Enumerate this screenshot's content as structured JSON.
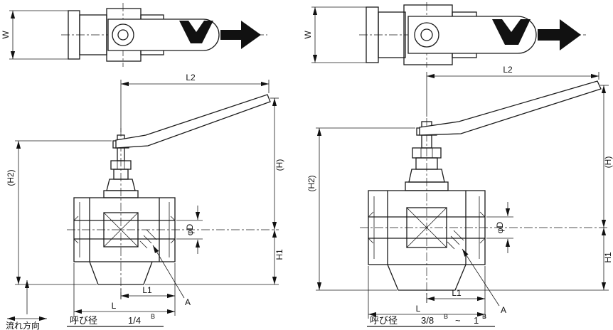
{
  "labels": {
    "w": "W",
    "l2": "L2",
    "h2": "(H2)",
    "h": "(H)",
    "h1": "H1",
    "phi_d": "φD",
    "l1": "L1",
    "l": "L",
    "a": "A"
  },
  "flow": {
    "label": "流れ方向"
  },
  "left_valve": {
    "size_label": "呼び径",
    "size_value": "1/4",
    "size_unit": "B"
  },
  "right_valve": {
    "size_label": "呼び径",
    "size_from": "3/8",
    "size_from_unit": "B",
    "range_tilde": "~",
    "size_to": "1",
    "size_to_unit": "B"
  },
  "colors": {
    "line": "#1a1a1a",
    "background": "#ffffff"
  }
}
